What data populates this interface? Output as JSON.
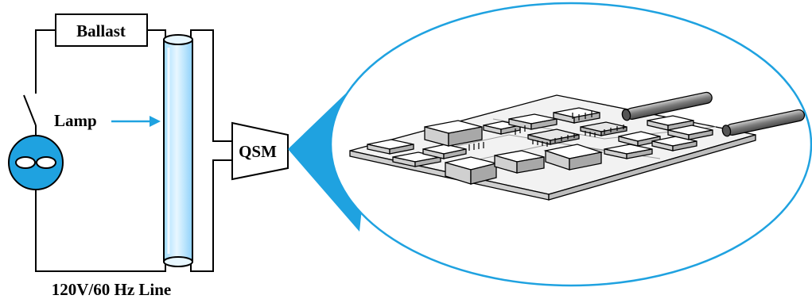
{
  "labels": {
    "ballast": "Ballast",
    "lamp": "Lamp",
    "qsm": "QSM",
    "line": "120V/60 Hz Line"
  },
  "colors": {
    "accent": "#1fa2e0",
    "lamp_fill": "#cfeeff",
    "wire": "#000000",
    "board": "#f2f2f2"
  },
  "icons": {
    "ac_source": "ac-source-icon",
    "switch": "switch-icon",
    "circuit_board": "circuit-board-icon"
  }
}
